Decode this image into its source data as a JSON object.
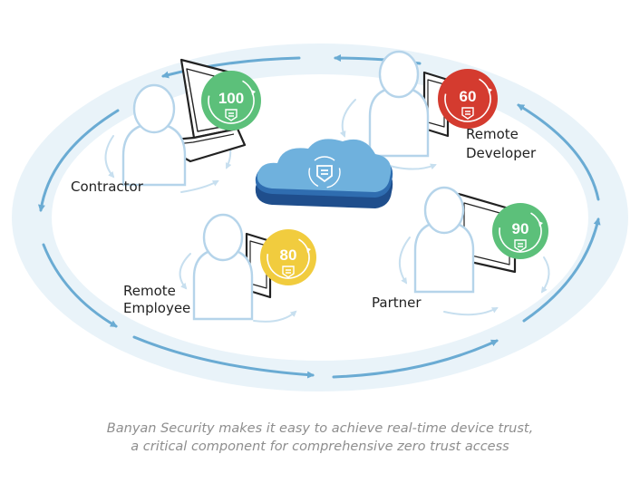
{
  "colors": {
    "ring_fill": "#e6f1f8",
    "ring_arrow": "#6aabd3",
    "inner_arrow": "#c7dfef",
    "person_stroke": "#b5d4ea",
    "device_stroke": "#222222",
    "cloud_top": "#6fb1dd",
    "cloud_base": "#1f4e8c",
    "score_green": "#5cc07a",
    "score_red": "#d43b2f",
    "score_yellow": "#f1cc3e",
    "label_text": "#222222",
    "caption_text": "#8e8e8e"
  },
  "center": {
    "icon": "banyan-logo-icon"
  },
  "nodes": [
    {
      "label_lines": [
        "Contractor"
      ],
      "score": "100",
      "status": "green",
      "device": "laptop-icon"
    },
    {
      "label_lines": [
        "Remote",
        "Developer"
      ],
      "score": "60",
      "status": "red",
      "device": "tablet-icon"
    },
    {
      "label_lines": [
        "Remote",
        "Employee"
      ],
      "score": "80",
      "status": "yellow",
      "device": "tablet-icon"
    },
    {
      "label_lines": [
        "Partner"
      ],
      "score": "90",
      "status": "green",
      "device": "monitor-icon"
    }
  ],
  "caption": {
    "line1": "Banyan Security makes it easy to achieve real-time device trust,",
    "line2": "a critical component for comprehensive zero trust access"
  }
}
